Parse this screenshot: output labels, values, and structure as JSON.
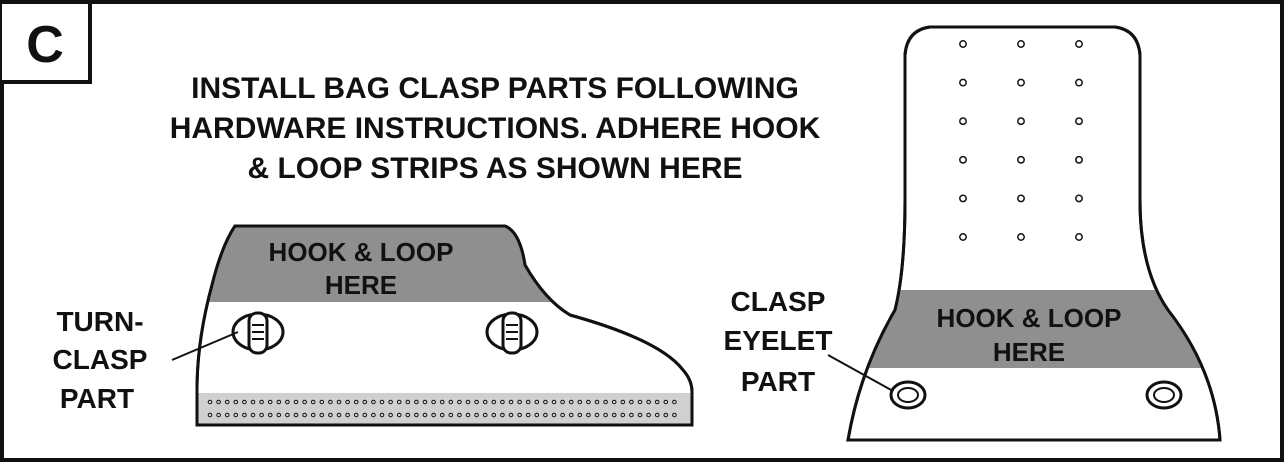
{
  "step_letter": "C",
  "instruction": {
    "line1": "INSTALL BAG CLASP PARTS FOLLOWING",
    "line2": "HARDWARE INSTRUCTIONS. ADHERE HOOK",
    "line3": "& LOOP STRIPS AS SHOWN HERE"
  },
  "left_panel": {
    "strip_line1": "HOOK & LOOP",
    "strip_line2": "HERE",
    "callout_line1": "TURN-",
    "callout_line2": "CLASP",
    "callout_line3": "PART"
  },
  "right_panel": {
    "strip_line1": "HOOK & LOOP",
    "strip_line2": "HERE",
    "callout_line1": "CLASP",
    "callout_line2": "EYELET",
    "callout_line3": "PART"
  },
  "colors": {
    "outline": "#111111",
    "strip_fill": "#8f8f8f",
    "stitch_fill": "#d0d0d0",
    "background": "#ffffff"
  }
}
